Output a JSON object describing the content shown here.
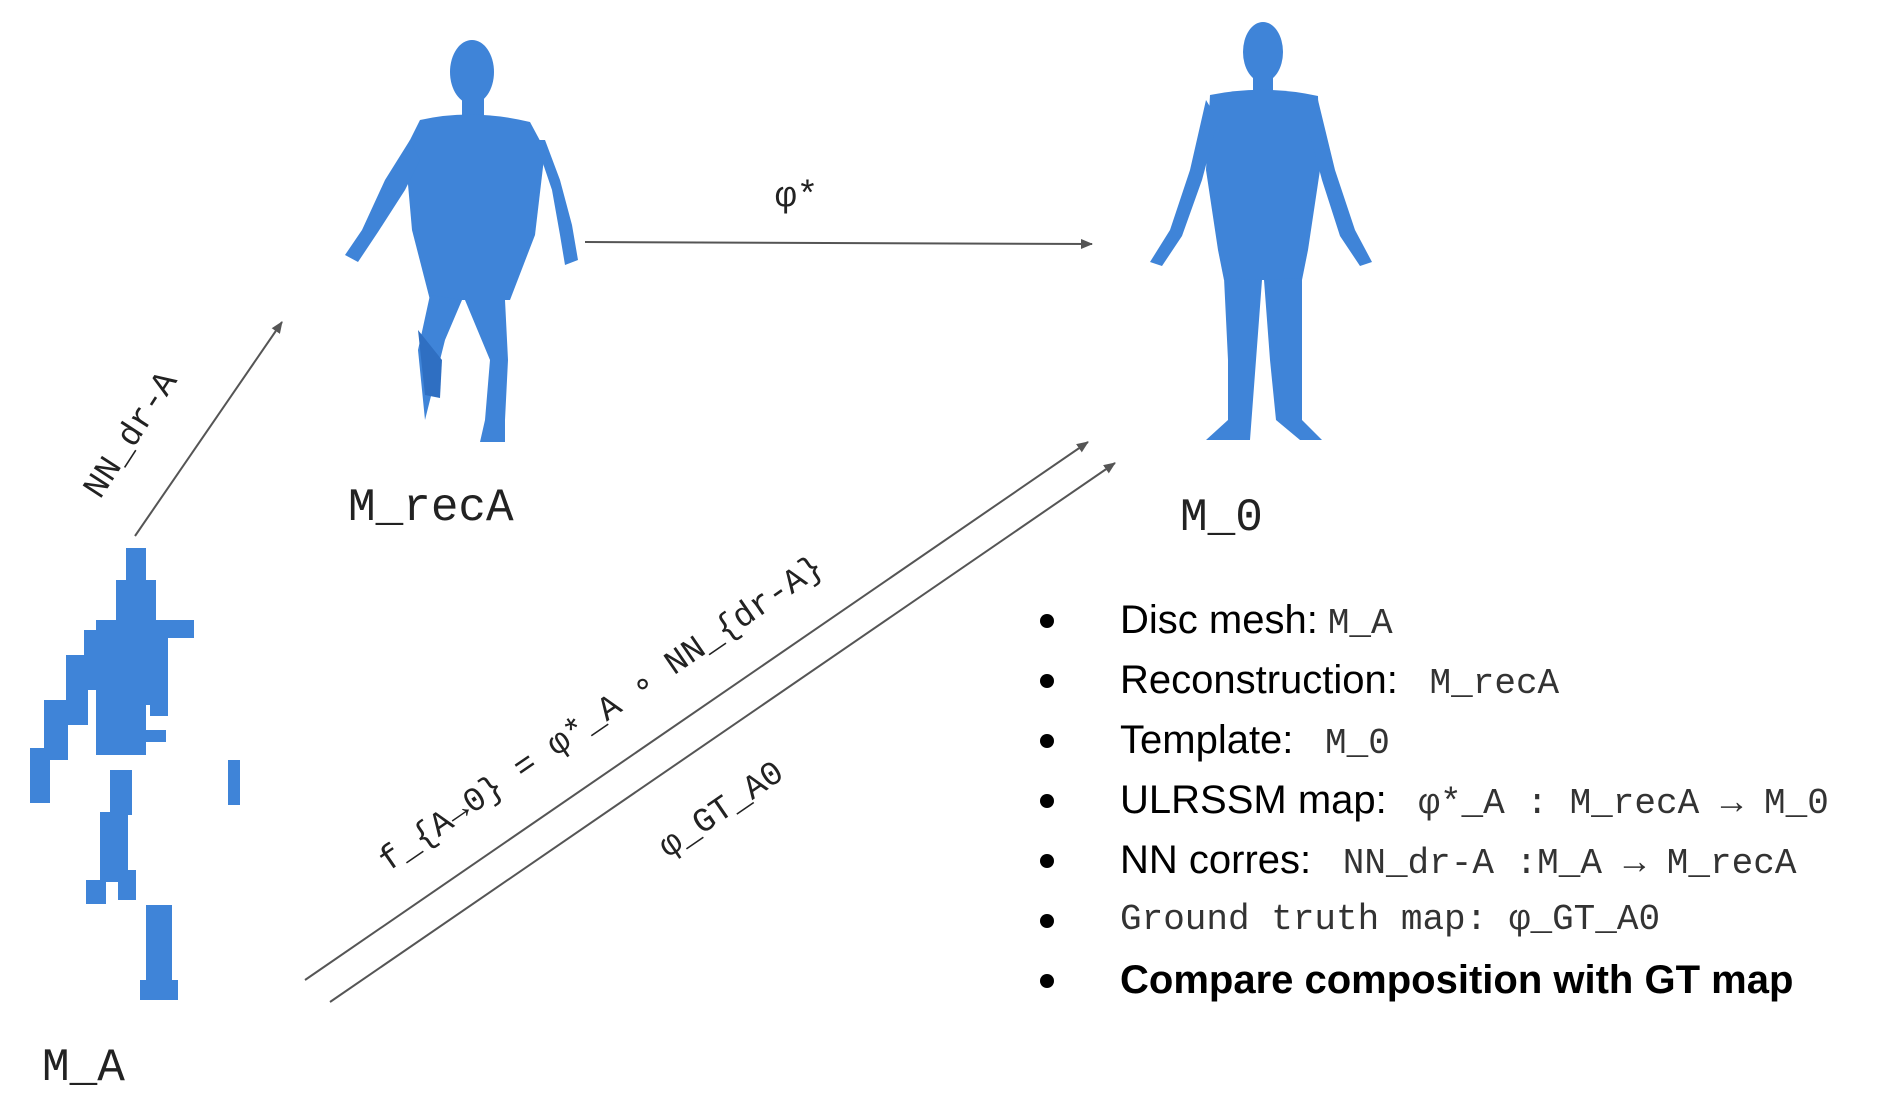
{
  "nodes": {
    "m_reca": "M_recA",
    "m_0": "M_0",
    "m_a": "M_A"
  },
  "edges": {
    "phi_star": "φ*",
    "nn_dr_a": "NN_dr-A",
    "composition": "f_{A→0} = φ*_A ∘ NN_{dr-A}",
    "phi_gt": "φ_GT_A0"
  },
  "legend": {
    "items": [
      {
        "label": "Disc mesh:",
        "math": "M_A"
      },
      {
        "label": "Reconstruction:",
        "math": " M_recA"
      },
      {
        "label": "Template:",
        "math": " M_0"
      },
      {
        "label": "ULRSSM map:",
        "math": " φ*_A : M_recA → M_0"
      },
      {
        "label": "NN corres:",
        "math": " NN_dr-A :M_A → M_recA"
      }
    ],
    "gt_item": "Ground truth map: φ_GT_A0",
    "bold_item": "Compare composition with GT map"
  },
  "colors": {
    "mesh": "#3f84d8",
    "arrow": "#555555"
  }
}
